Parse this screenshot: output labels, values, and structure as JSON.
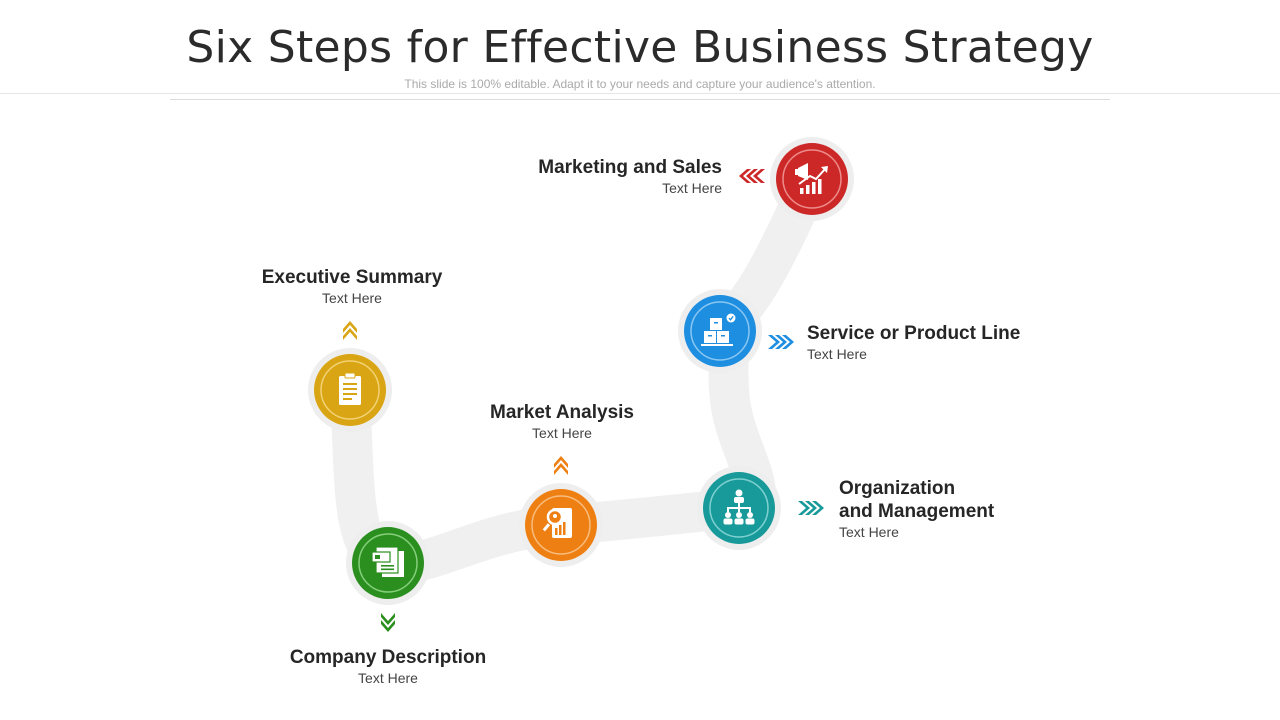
{
  "title": "Six Steps for Effective Business Strategy",
  "subtitle": "This slide is 100% editable. Adapt it to your needs and capture your audience's attention.",
  "steps": [
    {
      "name": "Executive Summary",
      "text": "Text Here",
      "color": "#d9a514",
      "icon": "document-icon",
      "arrow": "up"
    },
    {
      "name": "Company Description",
      "text": "Text Here",
      "color": "#2a8f1f",
      "icon": "files-icon",
      "arrow": "down"
    },
    {
      "name": "Market Analysis",
      "text": "Text Here",
      "color": "#ee7f12",
      "icon": "magnifier-report-icon",
      "arrow": "up"
    },
    {
      "name": "Organization\nand Management",
      "text": "Text Here",
      "color": "#189a9a",
      "icon": "org-chart-icon",
      "arrow": "right"
    },
    {
      "name": "Service or Product Line",
      "text": "Text Here",
      "color": "#1e8ee0",
      "icon": "product-boxes-icon",
      "arrow": "right"
    },
    {
      "name": "Marketing and Sales",
      "text": "Text Here",
      "color": "#cc2828",
      "icon": "megaphone-growth-icon",
      "arrow": "left"
    }
  ]
}
